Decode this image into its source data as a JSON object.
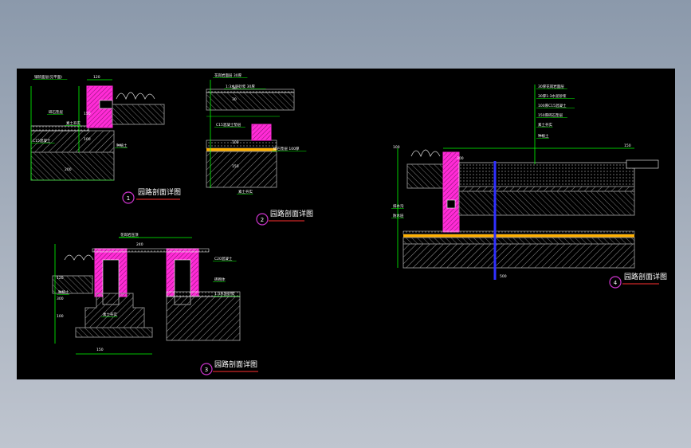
{
  "colors": {
    "background_top": "#8b99ab",
    "background_bottom": "#bfc5cf",
    "canvas": "#000000",
    "annotation": "#ffffff",
    "dimension": "#00ff00",
    "curb": "#ff2bd6",
    "hatch": "#9a9a9a",
    "paving": "#ffb000",
    "section_line": "#3030ff",
    "title_underline": "#ff3030",
    "marker_circle": "#cc33cc"
  },
  "details": [
    {
      "number": "1",
      "title": "园路剖面详图",
      "callouts": [
        "铺装面层(见平面)",
        "碎石垫层",
        "素土夯实",
        "种植土",
        "C15混凝土"
      ],
      "dims": [
        "120",
        "150",
        "100",
        "200"
      ]
    },
    {
      "number": "2",
      "title": "园路剖面详图",
      "callouts": [
        "花岗岩面层 30厚",
        "1:3水泥砂浆 30厚",
        "C15混凝土垫层",
        "碎石垫层 100厚",
        "素土夯实"
      ],
      "dims": [
        "30",
        "30",
        "100",
        "150"
      ]
    },
    {
      "number": "3",
      "title": "园路剖面详图",
      "callouts": [
        "花岗岩压顶",
        "C20混凝土",
        "砖砌体",
        "1:3水泥砂浆",
        "种植土",
        "素土夯实"
      ],
      "dims": [
        "240",
        "120",
        "300",
        "100",
        "150"
      ]
    },
    {
      "number": "4",
      "title": "园路剖面详图",
      "callouts": [
        "30厚花岗岩面层",
        "30厚1:3水泥砂浆",
        "100厚C15混凝土",
        "150厚碎石垫层",
        "素土夯实",
        "种植土",
        "排水沟",
        "防水层"
      ],
      "dims": [
        "300",
        "150",
        "100",
        "500"
      ]
    }
  ]
}
